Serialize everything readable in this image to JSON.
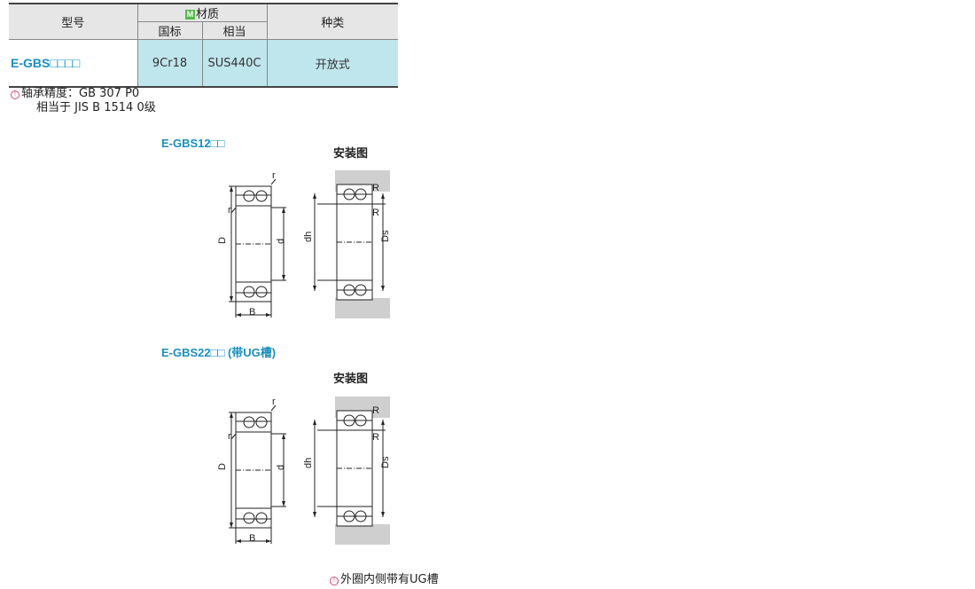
{
  "table": {
    "headers": {
      "model": "型号",
      "material": "材质",
      "material_badge": "M",
      "standard_cn": "国标",
      "equivalent": "相当",
      "type": "种类"
    },
    "row": {
      "model": "E-GBS□□□□",
      "cn_material": "9Cr18",
      "equiv_material": "SUS440C",
      "type": "开放式"
    }
  },
  "notes": {
    "accuracy": "轴承精度：GB 307  P0",
    "equivalent": "相当于    JIS B 1514 0级"
  },
  "section1": {
    "title": "E-GBS12□□",
    "install_title": "安装图",
    "labels": {
      "D": "D",
      "d": "d",
      "B": "B",
      "r": "r",
      "dh": "dh",
      "Ds": "Ds",
      "R": "R"
    }
  },
  "section2": {
    "title": "E-GBS22□□ (带UG槽)",
    "install_title": "安装图",
    "labels": {
      "D": "D",
      "d": "d",
      "B": "B",
      "r": "r",
      "dh": "dh",
      "Ds": "Ds",
      "R": "R"
    }
  },
  "footnote": "外圈内侧带有UG槽",
  "colors": {
    "accent": "#1a8fbf",
    "cell_bg": "#bfe6ec",
    "badge": "#55b94a",
    "note_icon": "#d94a6e"
  }
}
